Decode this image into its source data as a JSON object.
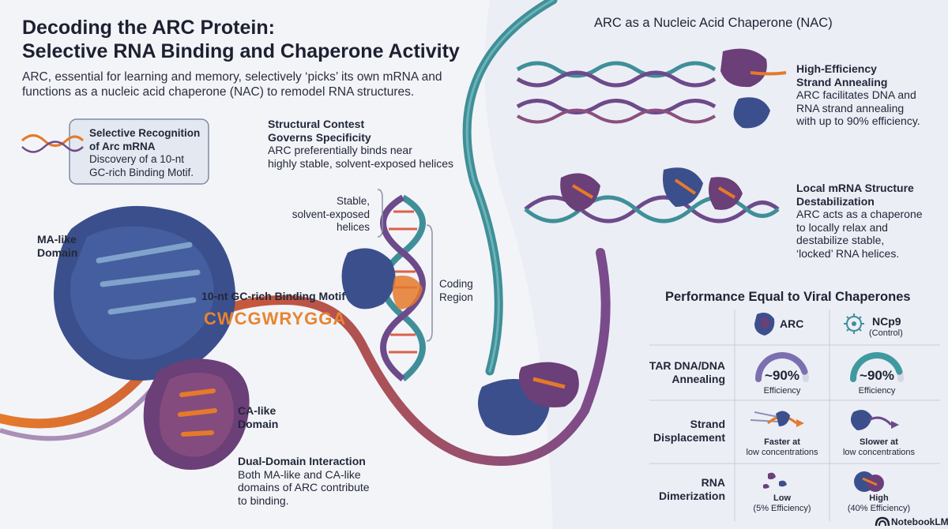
{
  "title": {
    "line1": "Decoding the ARC Protein:",
    "line2": "Selective RNA Binding and Chaperone Activity"
  },
  "intro": {
    "line1": "ARC, essential for learning and memory, selectively ‘picks’ its own mRNA and",
    "line2": "functions as a nucleic acid chaperone (NAC) to remodel RNA structures."
  },
  "selective": {
    "title1": "Selective Recognition",
    "title2": "of Arc mRNA",
    "body1": "Discovery of a 10-nt",
    "body2": "GC-rich Binding Motif."
  },
  "structural": {
    "title1": "Structural Contest",
    "title2": "Governs Specificity",
    "body1": "ARC preferentially binds near",
    "body2": "highly stable, solvent-exposed helices"
  },
  "helix_labels": {
    "stable1": "Stable,",
    "stable2": "solvent-exposed",
    "stable3": "helices",
    "coding1": "Coding",
    "coding2": "Region"
  },
  "ma_domain": {
    "line1": "MA-like",
    "line2": "Domain"
  },
  "ca_domain": {
    "line1": "CA-like",
    "line2": "Domain"
  },
  "motif": {
    "label": "10-nt GC-rich Binding Motif",
    "sequence": "CWCGWRYGGA"
  },
  "dual": {
    "title": "Dual-Domain Interaction",
    "body1": "Both MA-like and CA-like",
    "body2": "domains of ARC contribute",
    "body3": "to binding."
  },
  "nac": {
    "heading": "ARC as a Nucleic Acid Chaperone (NAC)",
    "annealing": {
      "title1": "High-Efficiency",
      "title2": "Strand Annealing",
      "body1": "ARC facilitates DNA and",
      "body2": "RNA strand annealing",
      "body3": "with up to 90% efficiency."
    },
    "destab": {
      "title1": "Local mRNA Structure",
      "title2": "Destabilization",
      "body1": "ARC acts as a chaperone",
      "body2": "to locally relax and",
      "body3": "destabilize stable,",
      "body4": "‘locked’ RNA helices."
    }
  },
  "performance": {
    "heading": "Performance Equal to Viral Chaperones",
    "col_arc": "ARC",
    "col_ncp9": "NCp9",
    "col_ncp9_sub": "(Control)",
    "rows": [
      {
        "label1": "TAR DNA/DNA",
        "label2": "Annealing",
        "arc_value": "~90%",
        "arc_note": "Efficiency",
        "ncp9_value": "~90%",
        "ncp9_note": "Efficiency",
        "arc_fraction": 0.9,
        "ncp9_fraction": 0.9
      },
      {
        "label1": "Strand",
        "label2": "Displacement",
        "arc_note1": "Faster at",
        "arc_note2": "low concentrations",
        "ncp9_note1": "Slower at",
        "ncp9_note2": "low concentrations"
      },
      {
        "label1": "RNA",
        "label2": "Dimerization",
        "arc_note1": "Low",
        "arc_note2": "(5% Efficiency)",
        "ncp9_note1": "High",
        "ncp9_note2": "(40% Efficiency)"
      }
    ]
  },
  "brand": "NotebookLM",
  "colors": {
    "ma_domain": "#3b4f8c",
    "ca_domain": "#6b3f78",
    "motif_orange": "#e57a2a",
    "teal_strand": "#3f8f98",
    "purple_strand": "#6d4a8a",
    "gauge_arc": "#7c6fb0",
    "gauge_ncp9": "#3f9aa0"
  },
  "icons": [
    "rna-strand-icon",
    "arc-protein-icon",
    "virus-icon",
    "arrow-icon",
    "brand-logo-icon"
  ]
}
